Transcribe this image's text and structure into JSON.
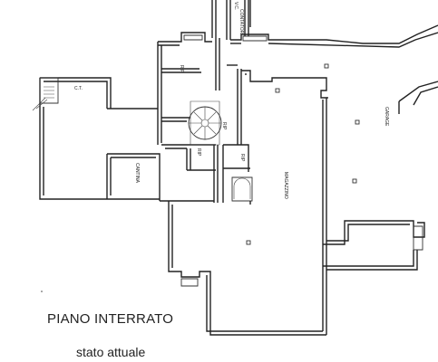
{
  "drawing": {
    "title": "PIANO INTERRATO",
    "subtitle": "stato attuale"
  },
  "rooms": {
    "ct": "C.T.",
    "rip_top": "RIP",
    "cantina": "CANTINA",
    "rip_mid": "RIP",
    "rip_small": "RIP",
    "rip_right": "RIP",
    "magazzino": "MAGAZZINO",
    "garage": "GARAGE",
    "vc": "V.C.",
    "contatori": "CONTATORI"
  }
}
